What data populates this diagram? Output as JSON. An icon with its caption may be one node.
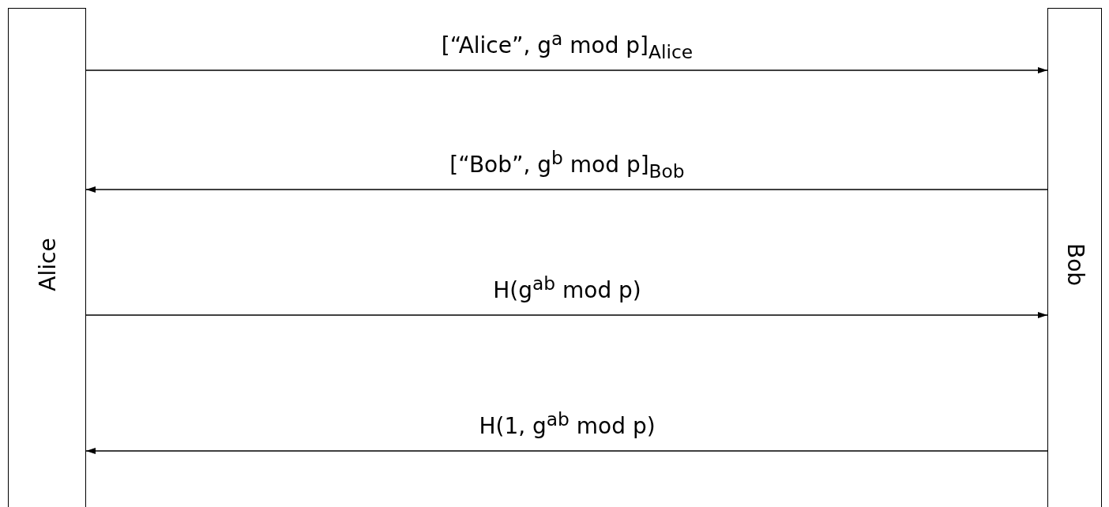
{
  "diagram": {
    "nodes": [
      {
        "text": [
          "Alice"
        ]
      },
      {
        "text": [
          "Bob"
        ]
      }
    ],
    "edges": [
      {
        "from": 0,
        "to": 1,
        "arrow": "to",
        "label": "[“Alice”, g$^{a}$ mod p]$_{Alice}$"
      },
      {
        "from": 1,
        "to": 0,
        "arrow": "to",
        "label": "[“Bob”, g$^{b}$ mod p]$_{Bob}$"
      },
      {
        "from": 0,
        "to": 1,
        "arrow": "to",
        "label": "H(g$^{ab}$ mod p)"
      },
      {
        "from": 1,
        "to": 0,
        "arrow": "to",
        "label": "H(1, g$^{ab}$ mod p)"
      }
    ]
  }
}
